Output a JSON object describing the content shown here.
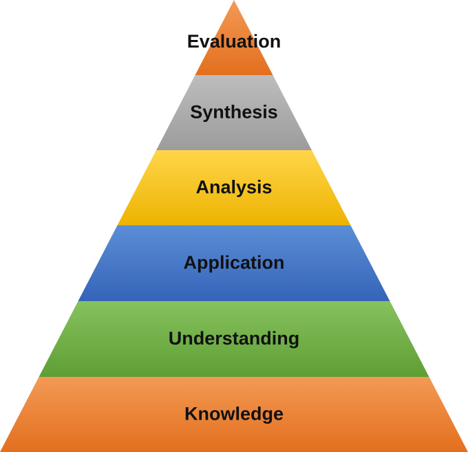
{
  "diagram": {
    "type": "pyramid",
    "tiers": [
      {
        "label": "Evaluation",
        "color_light": "#F39A55",
        "color_dark": "#E36F1E"
      },
      {
        "label": "Synthesis",
        "color_light": "#BDBDBD",
        "color_dark": "#9C9C9C"
      },
      {
        "label": "Analysis",
        "color_light": "#FFD54A",
        "color_dark": "#EDB300"
      },
      {
        "label": "Application",
        "color_light": "#5B8ED6",
        "color_dark": "#3564B8"
      },
      {
        "label": "Understanding",
        "color_light": "#86C25E",
        "color_dark": "#5F9E35"
      },
      {
        "label": "Knowledge",
        "color_light": "#F39A55",
        "color_dark": "#E36F1E"
      }
    ]
  }
}
